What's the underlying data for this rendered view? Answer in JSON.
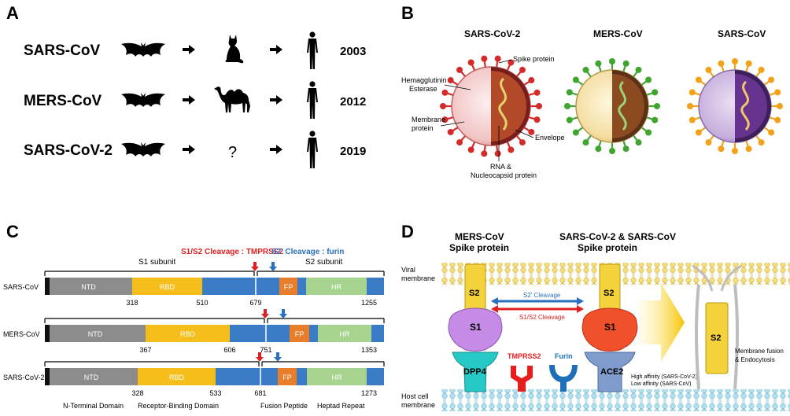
{
  "panels": {
    "A": {
      "letter": "A",
      "rows": [
        {
          "virus": "SARS-CoV",
          "reservoir": "bat-icon",
          "intermediate": "cat-icon",
          "host": "human-icon",
          "year": "2003"
        },
        {
          "virus": "MERS-CoV",
          "reservoir": "bat-icon",
          "intermediate": "camel-icon",
          "host": "human-icon",
          "year": "2012"
        },
        {
          "virus": "SARS-CoV-2",
          "reservoir": "bat-icon",
          "intermediate": "?",
          "host": "human-icon",
          "year": "2019"
        }
      ]
    },
    "B": {
      "letter": "B",
      "virus_titles": [
        "SARS-CoV-2",
        "MERS-CoV",
        "SARS-CoV"
      ],
      "labels": {
        "spike": "Spike protein",
        "he_line1": "Hemagglutinin",
        "he_line2": "Esterase",
        "mem_line1": "Membrane",
        "mem_line2": "protein",
        "envelope": "Envelope",
        "rna_line1": "RNA &",
        "rna_line2": "Nucleocapsid protein"
      },
      "colors": {
        "sars_cov_2_spike": "#d42a2a",
        "mers_cov_spike": "#3fa52f",
        "sars_cov_spike": "#f2a21a",
        "sars_cov_body": "#a98cc4"
      }
    },
    "C": {
      "letter": "C",
      "s1s2_cleavage": "S1/S2 Cleavage : TMPRSS2",
      "s2p_cleavage": "S2' Cleavage : furin",
      "s1_subunit": "S1 subunit",
      "s2_subunit": "S2 subunit",
      "rows": [
        {
          "name": "SARS-CoV",
          "positions": [
            "318",
            "510",
            "679",
            "1255"
          ]
        },
        {
          "name": "MERS-CoV",
          "positions": [
            "367",
            "606",
            "751",
            "1353"
          ]
        },
        {
          "name": "SARS-CoV-2",
          "positions": [
            "328",
            "533",
            "681",
            "1273"
          ]
        }
      ],
      "domain_labels": {
        "ntd": "NTD",
        "rbd": "RBD",
        "fp": "FP",
        "hr": "HR"
      },
      "legend": [
        "N-Terminal Domain",
        "Receptor-Binding Domain",
        "Fusion Peptide",
        "Heptad Repeat"
      ],
      "colors": {
        "ntd": "#8c8c8c",
        "rbd": "#f6be1a",
        "backbone": "#3a7cc6",
        "fp": "#e87e2a",
        "hr": "#a6d48e",
        "s1s2": "#e02020",
        "s2p": "#2a6fc0"
      }
    },
    "D": {
      "letter": "D",
      "left_title_1": "MERS-CoV",
      "left_title_2": "Spike protein",
      "right_title_1": "SARS-CoV-2 & SARS-CoV",
      "right_title_2": "Spike protein",
      "viral_membrane_1": "Viral",
      "viral_membrane_2": "membrane",
      "host_membrane_1": "Host cell",
      "host_membrane_2": "membrane",
      "s2": "S2",
      "s1": "S1",
      "s2p_cleavage": "S2' Cleavage",
      "s1s2_cleavage": "S1/S2 Cleavage",
      "dpp4": "DPP4",
      "tmprss2": "TMPRSS2",
      "furin": "Furin",
      "ace2": "ACE2",
      "affinity_1": "High affinity (SARS-CoV-2)",
      "affinity_2": "Low affinity (SARS-CoV)",
      "fusion_1": "Membrane fusion",
      "fusion_2": "& Endocytosis",
      "colors": {
        "dpp4": "#27c9c6",
        "ace2": "#7f9ccc",
        "s1_mers": "#c58be6",
        "s1_sars": "#f0502a",
        "s2": "#f4d23c",
        "tmprss2": "#e61e1e",
        "furin": "#1e6fb8"
      }
    }
  }
}
